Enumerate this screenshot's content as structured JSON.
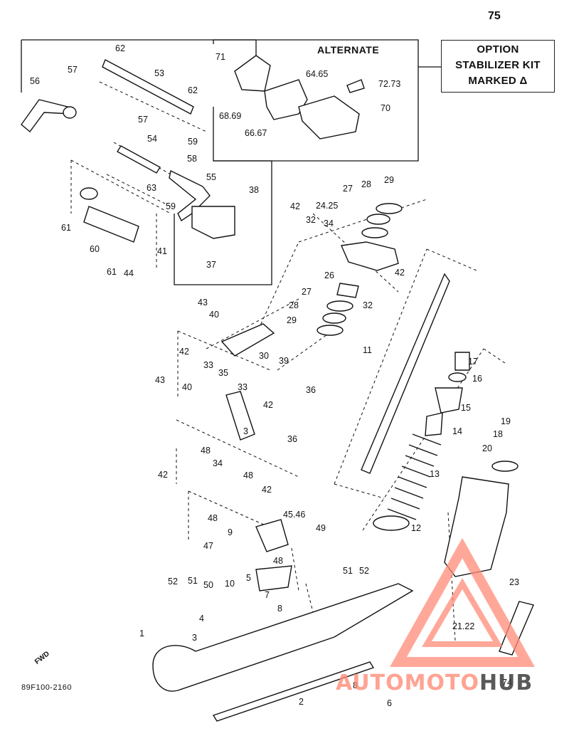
{
  "page_number": "75",
  "option_box": {
    "line1": "OPTION",
    "line2": "STABILIZER KIT",
    "line3": "MARKED Δ"
  },
  "alternate_label": "ALTERNATE",
  "document_code": "89F100-2160",
  "fwd_label": "FWD",
  "watermark": {
    "part1": "AUTOMOTO",
    "part2": "HUB"
  },
  "callouts": [
    {
      "text": "62"
    },
    {
      "text": "53"
    },
    {
      "text": "57"
    },
    {
      "text": "56"
    },
    {
      "text": "62"
    },
    {
      "text": "71"
    },
    {
      "text": "64.65"
    },
    {
      "text": "72.73"
    },
    {
      "text": "68.69"
    },
    {
      "text": "66.67"
    },
    {
      "text": "70"
    },
    {
      "text": "57"
    },
    {
      "text": "54"
    },
    {
      "text": "59"
    },
    {
      "text": "58"
    },
    {
      "text": "63"
    },
    {
      "text": "55"
    },
    {
      "text": "59"
    },
    {
      "text": "61"
    },
    {
      "text": "60"
    },
    {
      "text": "61"
    },
    {
      "text": "44"
    },
    {
      "text": "41"
    },
    {
      "text": "38"
    },
    {
      "text": "37"
    },
    {
      "text": "42"
    },
    {
      "text": "32"
    },
    {
      "text": "34"
    },
    {
      "text": "24.25"
    },
    {
      "text": "27"
    },
    {
      "text": "28"
    },
    {
      "text": "29"
    },
    {
      "text": "42"
    },
    {
      "text": "26"
    },
    {
      "text": "27"
    },
    {
      "text": "32"
    },
    {
      "text": "28"
    },
    {
      "text": "29"
    },
    {
      "text": "43"
    },
    {
      "text": "40"
    },
    {
      "text": "11"
    },
    {
      "text": "30"
    },
    {
      "text": "39"
    },
    {
      "text": "42"
    },
    {
      "text": "33"
    },
    {
      "text": "35"
    },
    {
      "text": "36"
    },
    {
      "text": "17"
    },
    {
      "text": "16"
    },
    {
      "text": "43"
    },
    {
      "text": "40"
    },
    {
      "text": "33"
    },
    {
      "text": "42"
    },
    {
      "text": "15"
    },
    {
      "text": "3"
    },
    {
      "text": "14"
    },
    {
      "text": "19"
    },
    {
      "text": "18"
    },
    {
      "text": "36"
    },
    {
      "text": "20"
    },
    {
      "text": "48"
    },
    {
      "text": "34"
    },
    {
      "text": "42"
    },
    {
      "text": "48"
    },
    {
      "text": "13"
    },
    {
      "text": "42"
    },
    {
      "text": "48"
    },
    {
      "text": "45.46"
    },
    {
      "text": "9"
    },
    {
      "text": "12"
    },
    {
      "text": "49"
    },
    {
      "text": "47"
    },
    {
      "text": "48"
    },
    {
      "text": "5"
    },
    {
      "text": "52"
    },
    {
      "text": "51"
    },
    {
      "text": "50"
    },
    {
      "text": "51"
    },
    {
      "text": "52"
    },
    {
      "text": "23"
    },
    {
      "text": "10"
    },
    {
      "text": "7"
    },
    {
      "text": "8"
    },
    {
      "text": "21.22"
    },
    {
      "text": "4"
    },
    {
      "text": "3"
    },
    {
      "text": "1"
    },
    {
      "text": "8"
    },
    {
      "text": "6"
    },
    {
      "text": "2"
    },
    {
      "text": "74"
    }
  ]
}
